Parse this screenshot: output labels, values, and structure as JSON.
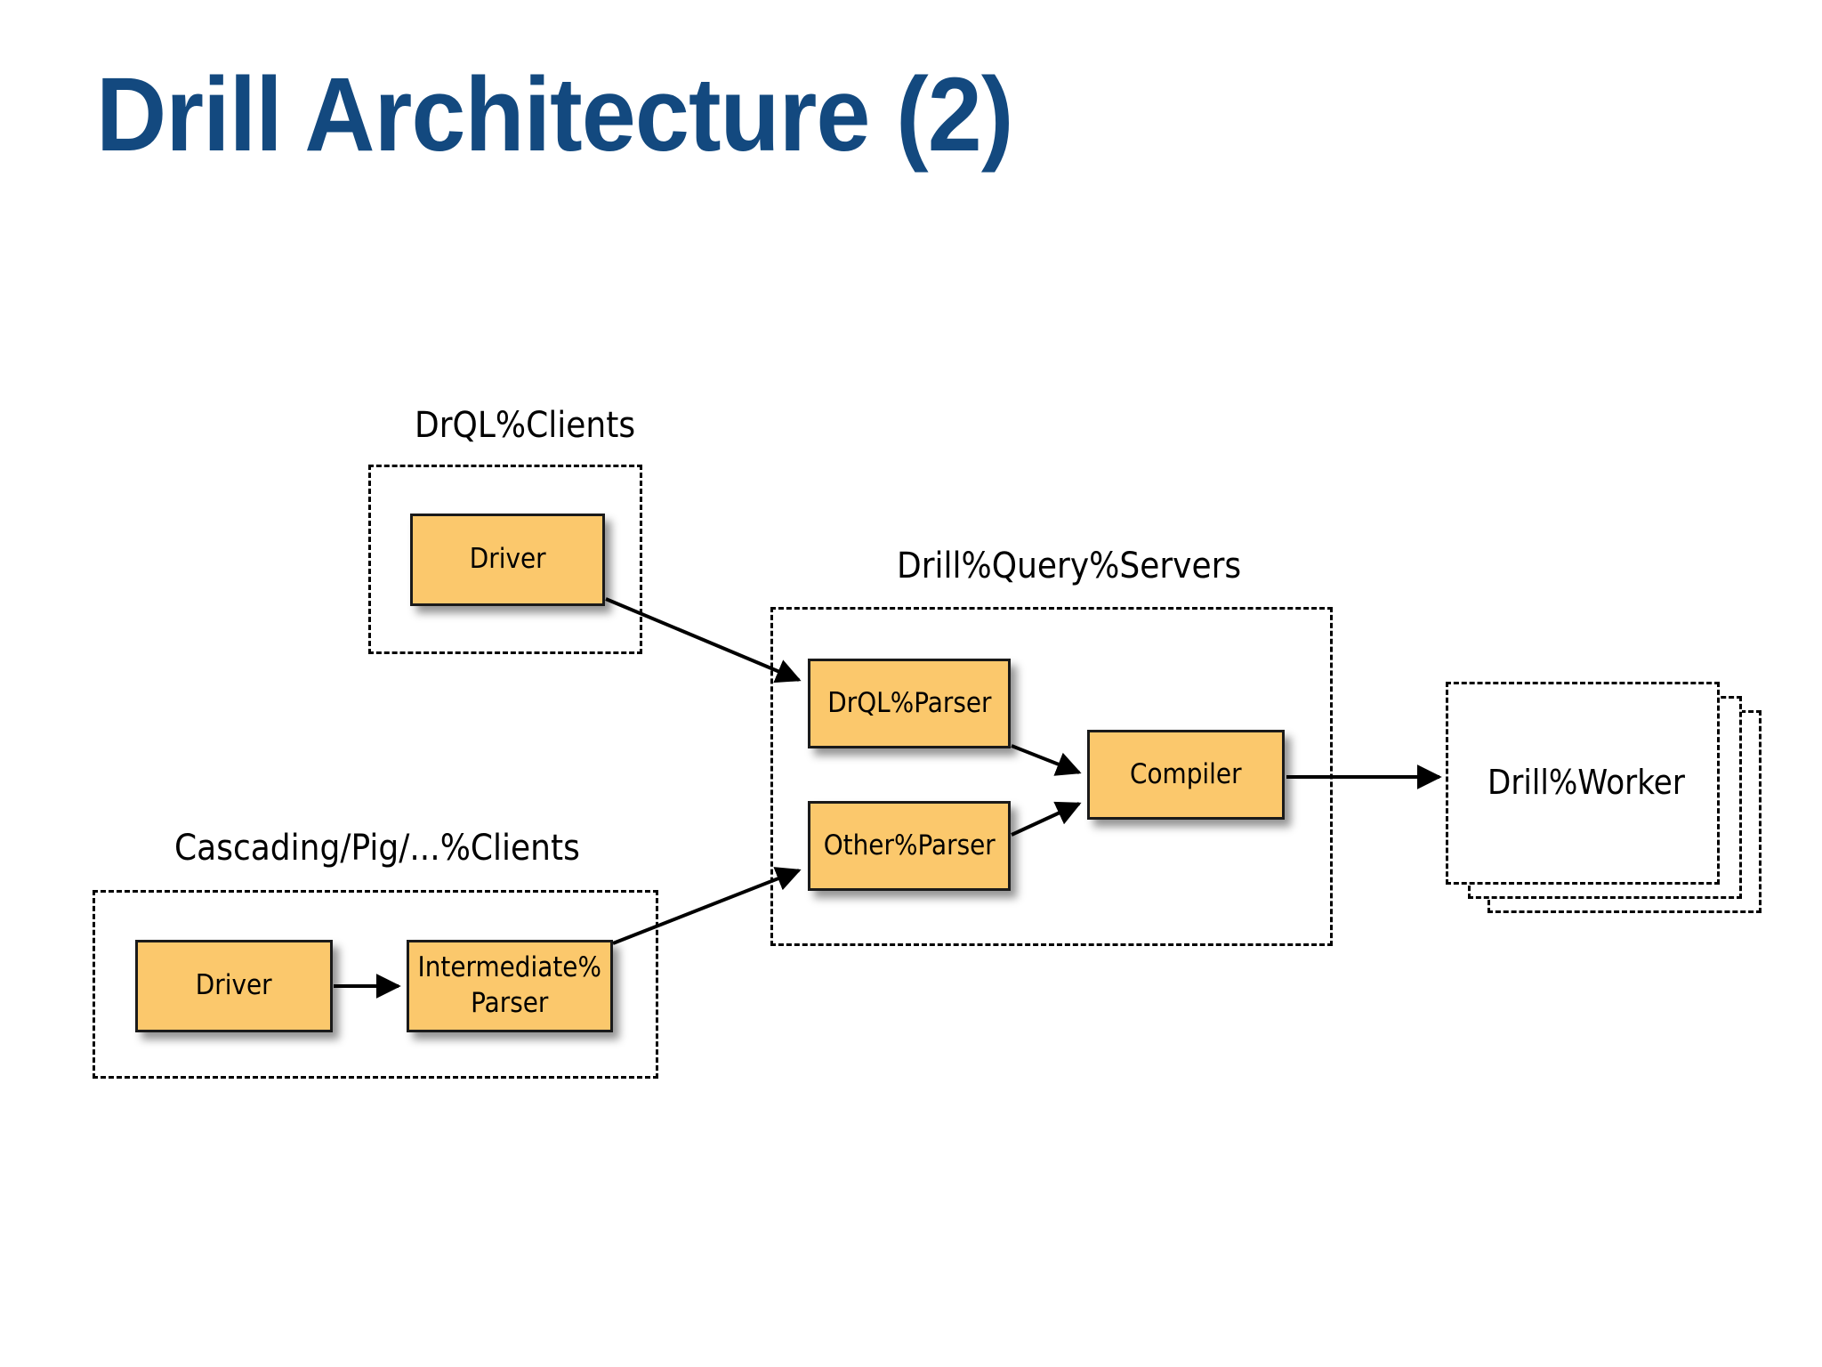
{
  "slide": {
    "title": "Drill Architecture (2)",
    "title_color": "#13497F",
    "background_color": "#FFFFFF"
  },
  "theme": {
    "node_fill": "#FBC86C",
    "node_border": "#1A1A1A",
    "group_border": "#000000",
    "arrow_color": "#000000",
    "text_color": "#000000"
  },
  "diagram": {
    "type": "block-architecture-diagram",
    "groups": [
      {
        "id": "drql-clients",
        "label": "DrQL%Clients",
        "nodes": [
          "driver-top"
        ]
      },
      {
        "id": "cascading-pig-clients",
        "label": "Cascading/Pig/...%Clients",
        "nodes": [
          "driver-bottom",
          "intermediate-parser"
        ]
      },
      {
        "id": "drill-query-servers",
        "label": "Drill%Query%Servers",
        "nodes": [
          "drql-parser",
          "other-parser",
          "compiler"
        ]
      },
      {
        "id": "drill-workers",
        "label": "",
        "nodes": [
          "drill-worker"
        ]
      }
    ],
    "nodes": [
      {
        "id": "driver-top",
        "label": "Driver"
      },
      {
        "id": "driver-bottom",
        "label": "Driver"
      },
      {
        "id": "intermediate-parser",
        "label": "Intermediate%\nParser"
      },
      {
        "id": "drql-parser",
        "label": "DrQL%Parser"
      },
      {
        "id": "other-parser",
        "label": "Other%Parser"
      },
      {
        "id": "compiler",
        "label": "Compiler"
      },
      {
        "id": "drill-worker",
        "label": "Drill%Worker"
      }
    ],
    "edges": [
      {
        "from": "driver-top",
        "to": "drql-parser"
      },
      {
        "from": "driver-bottom",
        "to": "intermediate-parser"
      },
      {
        "from": "intermediate-parser",
        "to": "other-parser"
      },
      {
        "from": "drql-parser",
        "to": "compiler"
      },
      {
        "from": "other-parser",
        "to": "compiler"
      },
      {
        "from": "compiler",
        "to": "drill-worker"
      }
    ],
    "worker_stack_count": 3
  }
}
